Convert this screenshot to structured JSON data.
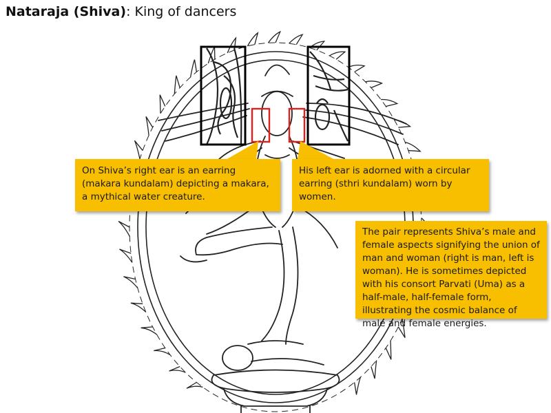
{
  "title": {
    "bold": "Nataraja (Shiva)",
    "rest": ": King of dancers"
  },
  "callouts": {
    "right_ear": "On Shiva’s right ear is an earring (makara kundalam) depicting a makara, a mythical water creature.",
    "left_ear": "His left ear is adorned with a circular earring (sthri kundalam) worn by women.",
    "pair": "The pair represents Shiva’s male and female aspects signifying the union of man and woman (right is man, left is woman). He is sometimes depicted with his consort Parvati (Uma) as a half-male, half-female form, illustrating the cosmic balance of male and female energies."
  },
  "colors": {
    "callout_fill": "#f8be00",
    "highlight_box": "#e0201c",
    "zoom_frame": "#000000",
    "line_art": "#222222"
  }
}
